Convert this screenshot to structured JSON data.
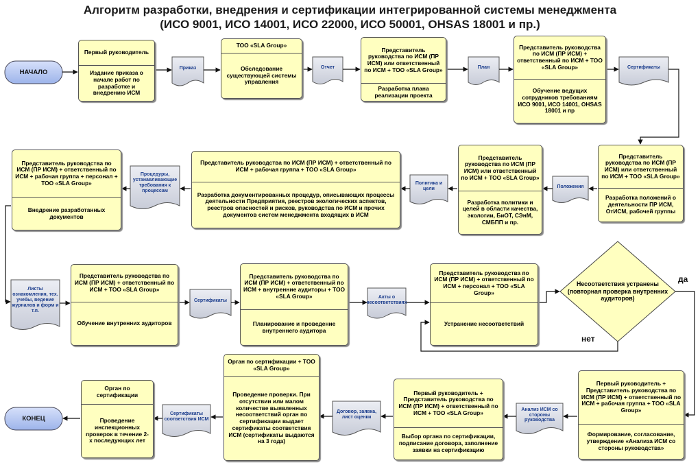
{
  "title": {
    "line1": "Алгоритм разработки, внедрения и сертификации интегрированной системы менеджмента",
    "line2": "(ИСО 9001, ИСО 14001, ИСО 22000, ИСО 50001, OHSAS 18001 и пр.)"
  },
  "start": "НАЧАЛО",
  "end": "КОНЕЦ",
  "decision": {
    "text": "Несоответствия устранены (повторная проверка внутренних аудиторов)",
    "yes": "да",
    "no": "нет"
  },
  "boxes": {
    "b1": {
      "header": "Первый руководитель",
      "body": "Издание приказа о начале работ по разработке и внедрению ИСМ"
    },
    "b2": {
      "header": "ТОО «SLA Group»",
      "body": "Обследование существующей системы управления"
    },
    "b3": {
      "header": "Представитель руководства по ИСМ (ПР ИСМ) или ответственный по ИСМ + ТОО «SLA Group»",
      "body": "Разработка плана реализации проекта"
    },
    "b4": {
      "header": "Представитель руководства по ИСМ (ПР ИСМ) + ответственный по ИСМ + ТОО «SLA Group»",
      "body": "Обучение ведущих сотрудников требованиям ИСО 9001, ИСО 14001, OHSAS 18001 и пр"
    },
    "b5": {
      "header": "Представитель руководства по ИСМ (ПР ИСМ) или ответственный по ИСМ + ТОО «SLA Group»",
      "body": "Разработка положений о деятельности ПР ИСМ, ОтИСМ, рабочей группы"
    },
    "b6": {
      "header": "Представитель руководства по ИСМ (ПР ИСМ) или ответственный по ИСМ + ТОО «SLA Group»",
      "body": "Разработка политики и целей в области качества, экологии, БиОТ, СЭнМ, СМБПП и пр."
    },
    "b7": {
      "header": "Представитель руководства по ИСМ (ПР ИСМ) + ответственный по ИСМ + рабочая группа + ТОО «SLA Group»",
      "body": "Разработка документированных процедур, описывающих процессы деятельности Предприятия, реестров экологических аспектов, реестров опасностей и рисков, руководства по ИСМ и прочих документов систем менеджмента входящих в ИСМ"
    },
    "b8": {
      "header": "Представитель руководства по ИСМ (ПР ИСМ) + ответственный по ИСМ + рабочая группа + персонал + ТОО «SLA Group»",
      "body": "Внедрение разработанных документов"
    },
    "b9": {
      "header": "Представитель руководства по ИСМ (ПР ИСМ) + ответственный по ИСМ + ТОО «SLA Group»",
      "body": "Обучение внутренних аудиторов"
    },
    "b10": {
      "header": "Представитель руководства по ИСМ (ПР ИСМ) + ответственный по ИСМ + внутренние аудиторы + ТОО «SLA Group»",
      "body": "Планирование и проведение внутреннего аудитора"
    },
    "b11": {
      "header": "Представитель руководства по ИСМ (ПР ИСМ) + ответственный по ИСМ + персонал + ТОО «SLA Group»",
      "body": "Устранение несоответствий"
    },
    "b12": {
      "header": "Первый руководитель + Представитель руководства по ИСМ (ПР ИСМ) + ответственный по ИСМ + рабочая группа + ТОО «SLA Group»",
      "body": "Формирование, согласование, утверждение «Анализа ИСМ со стороны руководства»"
    },
    "b13": {
      "header": "Первый руководитель + Представитель руководства по ИСМ (ПР ИСМ) + ответственный по ИСМ + ТОО «SLA Group»",
      "body": "Выбор органа по сертификации, подписание договора, заполнение заявки на сертификацию"
    },
    "b14": {
      "header": "Орган по сертификации + ТОО «SLA Group»",
      "body": "Проведение проверки. При отсутствии или малом количестве выявленных несоответствий орган по сертификации выдает сертификаты соответствия ИСМ (сертификаты выдаются на 3 года)"
    },
    "b15": {
      "header": "Орган по сертификации",
      "body": "Проведение инспекционных проверок в течение 2-х последующих лет"
    }
  },
  "docs": {
    "d1": "Приказ",
    "d2": "Отчет",
    "d3": "План",
    "d4": "Сертификаты",
    "d5": "Положения",
    "d6": "Политика и цели",
    "d7": "Процедуры, устанавливающие требования к процессам",
    "d8": "Листы ознакомления, тех. учебы, ведение журналов и форм и т.п.",
    "d9": "Сертификаты",
    "d10": "Акты о несоответствиях",
    "d11": "Анализ ИСМ со стороны руководства",
    "d12": "Договор, заявка, лист оценки",
    "d13": "Сертификаты соответствия ИСМ"
  },
  "colors": {
    "box_fill": "#ffffc0",
    "doc_fill": "#dde0ea",
    "pill_fill": "#b8c8f0",
    "doc_text": "#1a3c8c"
  }
}
